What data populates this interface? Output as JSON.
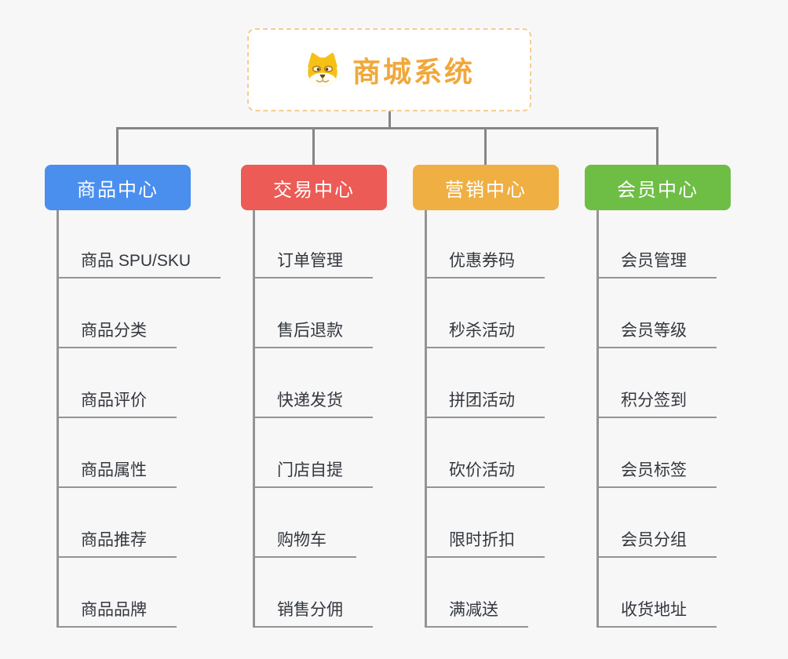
{
  "app": {
    "background_color": "#F7F7F7",
    "connector_color": "#858585",
    "child_text_color": "#33373D"
  },
  "root": {
    "title": "商城系统",
    "icon": "shiba-dog-icon",
    "text_color": "#F0A83C",
    "border_color": "#F5CD92"
  },
  "branches": [
    {
      "label": "商品中心",
      "color": "#4A8FEE",
      "children": [
        "商品 SPU/SKU",
        "商品分类",
        "商品评价",
        "商品属性",
        "商品推荐",
        "商品品牌"
      ]
    },
    {
      "label": "交易中心",
      "color": "#EC5B56",
      "children": [
        "订单管理",
        "售后退款",
        "快递发货",
        "门店自提",
        "购物车",
        "销售分佣"
      ]
    },
    {
      "label": "营销中心",
      "color": "#EFAF42",
      "children": [
        "优惠券码",
        "秒杀活动",
        "拼团活动",
        "砍价活动",
        "限时折扣",
        "满减送"
      ]
    },
    {
      "label": "会员中心",
      "color": "#6EBE45",
      "children": [
        "会员管理",
        "会员等级",
        "积分签到",
        "会员标签",
        "会员分组",
        "收货地址"
      ]
    }
  ]
}
